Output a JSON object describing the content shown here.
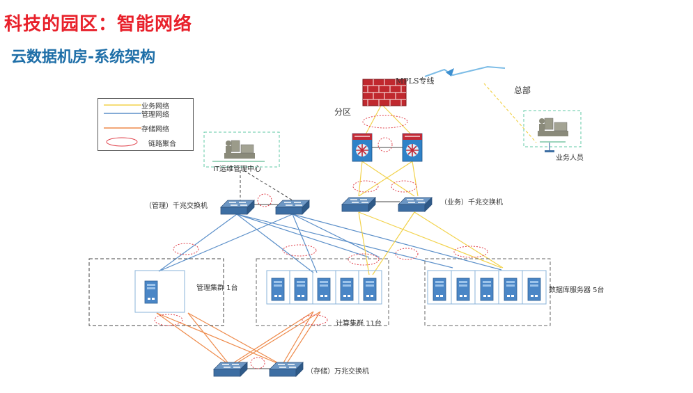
{
  "header": {
    "title": "科技的园区：智能网络",
    "subtitle": "云数据机房-系统架构"
  },
  "legend": {
    "business": "业务网络",
    "management": "管理网络",
    "storage": "存储网络",
    "aggregation": "链路聚合"
  },
  "labels": {
    "mpls": "MPLS专线",
    "hq": "总部",
    "branch": "分区",
    "it_center": "IT运维管理中心",
    "business_staff": "业务人员",
    "mgmt_switch": "（管理）千兆交换机",
    "biz_switch": "（业务）千兆交换机",
    "mgmt_cluster": "管理集群 1台",
    "compute_cluster": "计算集群 11台",
    "db_servers": "数据库服务器 5台",
    "storage_switch": "（存储）万兆交换机"
  },
  "colors": {
    "title": "#e8202a",
    "subtitle": "#1f6fa8",
    "business_line": "#f2d24a",
    "management_line": "#5b8fc9",
    "storage_line": "#ee8a4a",
    "aggregation_ellipse": "#e0404a",
    "switch_fill": "#3d6ea3",
    "server_fill": "#4a86c6",
    "firewall_fill": "#c0282e",
    "zone_border": "#5fc9a5"
  },
  "icons": {
    "firewall": "firewall-icon",
    "switch": "switch-icon",
    "server": "server-icon",
    "router": "router-icon",
    "workstation": "workstation-icon",
    "lightning": "lightning-icon"
  }
}
